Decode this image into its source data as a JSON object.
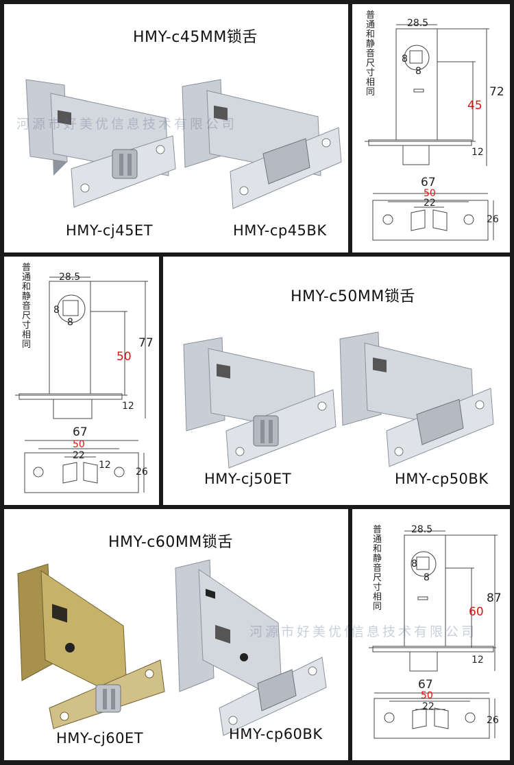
{
  "watermark": "河源市好美优信息技术有限公司",
  "note": "普通和静音尺寸相同",
  "sections": [
    {
      "title": "HMY-c45MM锁舌",
      "models": [
        "HMY-cj45ET",
        "HMY-cp45BK"
      ],
      "dims": {
        "width": "28.5",
        "sq": "8",
        "sq2": "8",
        "backset": "45",
        "height": "72",
        "depth": "12",
        "plate_w": "67",
        "plate_hole": "50",
        "latch": "22",
        "plate_h": "26"
      }
    },
    {
      "title": "HMY-c50MM锁舌",
      "models": [
        "HMY-cj50ET",
        "HMY-cp50BK"
      ],
      "dims": {
        "width": "28.5",
        "sq": "8",
        "sq2": "8",
        "backset": "50",
        "height": "77",
        "depth": "12",
        "plate_w": "67",
        "plate_hole": "50",
        "latch": "22",
        "latch2": "12",
        "plate_h": "26"
      }
    },
    {
      "title": "HMY-c60MM锁舌",
      "models": [
        "HMY-cj60ET",
        "HMY-cp60BK"
      ],
      "dims": {
        "width": "28.5",
        "sq": "8",
        "sq2": "8",
        "backset": "60",
        "height": "87",
        "depth": "12",
        "plate_w": "67",
        "plate_hole": "50",
        "latch": "22",
        "plate_h": "26"
      }
    }
  ],
  "colors": {
    "accent_red": "#e01010",
    "steel": "#c7ccd3",
    "brass": "#b8a35c"
  }
}
